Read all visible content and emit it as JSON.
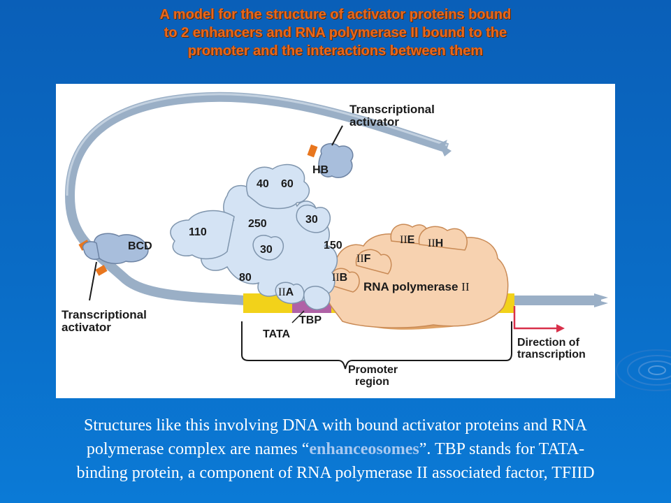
{
  "title": {
    "line1": "A model for the structure of activator proteins bound",
    "line2": "to 2 enhancers and RNA polymerase II bound to the",
    "line3": "promoter and the interactions between them"
  },
  "diagram": {
    "transcriptional_activator_top": [
      "Transcriptional",
      "activator"
    ],
    "transcriptional_activator_bottom": [
      "Transcriptional",
      "activator"
    ],
    "proteins": {
      "hb": "HB",
      "bcd": "BCD",
      "taf40": "40",
      "taf60": "60",
      "taf110": "110",
      "taf250": "250",
      "taf30a": "30",
      "taf30b": "30",
      "taf150": "150",
      "taf80": "80",
      "iia_roman": "II",
      "iia_letter": "A",
      "iib_roman": "II",
      "iib_letter": "B",
      "iif_roman": "II",
      "iif_letter": "F",
      "iie_roman": "II",
      "iie_letter": "E",
      "iih_roman": "II",
      "iih_letter": "H",
      "rna_pol": "RNA polymerase",
      "rna_pol_roman": "II",
      "tbp": "TBP",
      "tata": "TATA"
    },
    "direction": [
      "Direction of",
      "transcription"
    ],
    "promoter": [
      "Promoter",
      "region"
    ],
    "colors": {
      "dna": "#9aafc6",
      "tafs": "#d4e3f4",
      "activator": "#a8bedc",
      "polymerase": "#f7d2b0",
      "polymerase_shadow": "#dfa266",
      "tata_box": "#f2d21a",
      "tbp_box": "#b062a6",
      "enhancer": "#e8761e",
      "arrow": "#d8304a"
    }
  },
  "caption": {
    "line1": "Structures like this involving DNA with bound activator proteins and RNA",
    "line2_pre": "polymerase complex are names “",
    "line2_term": "enhanceosomes",
    "line2_post": "”. TBP stands for TATA-",
    "line3": "binding protein, a component of RNA polymerase II associated factor, TFIID"
  }
}
